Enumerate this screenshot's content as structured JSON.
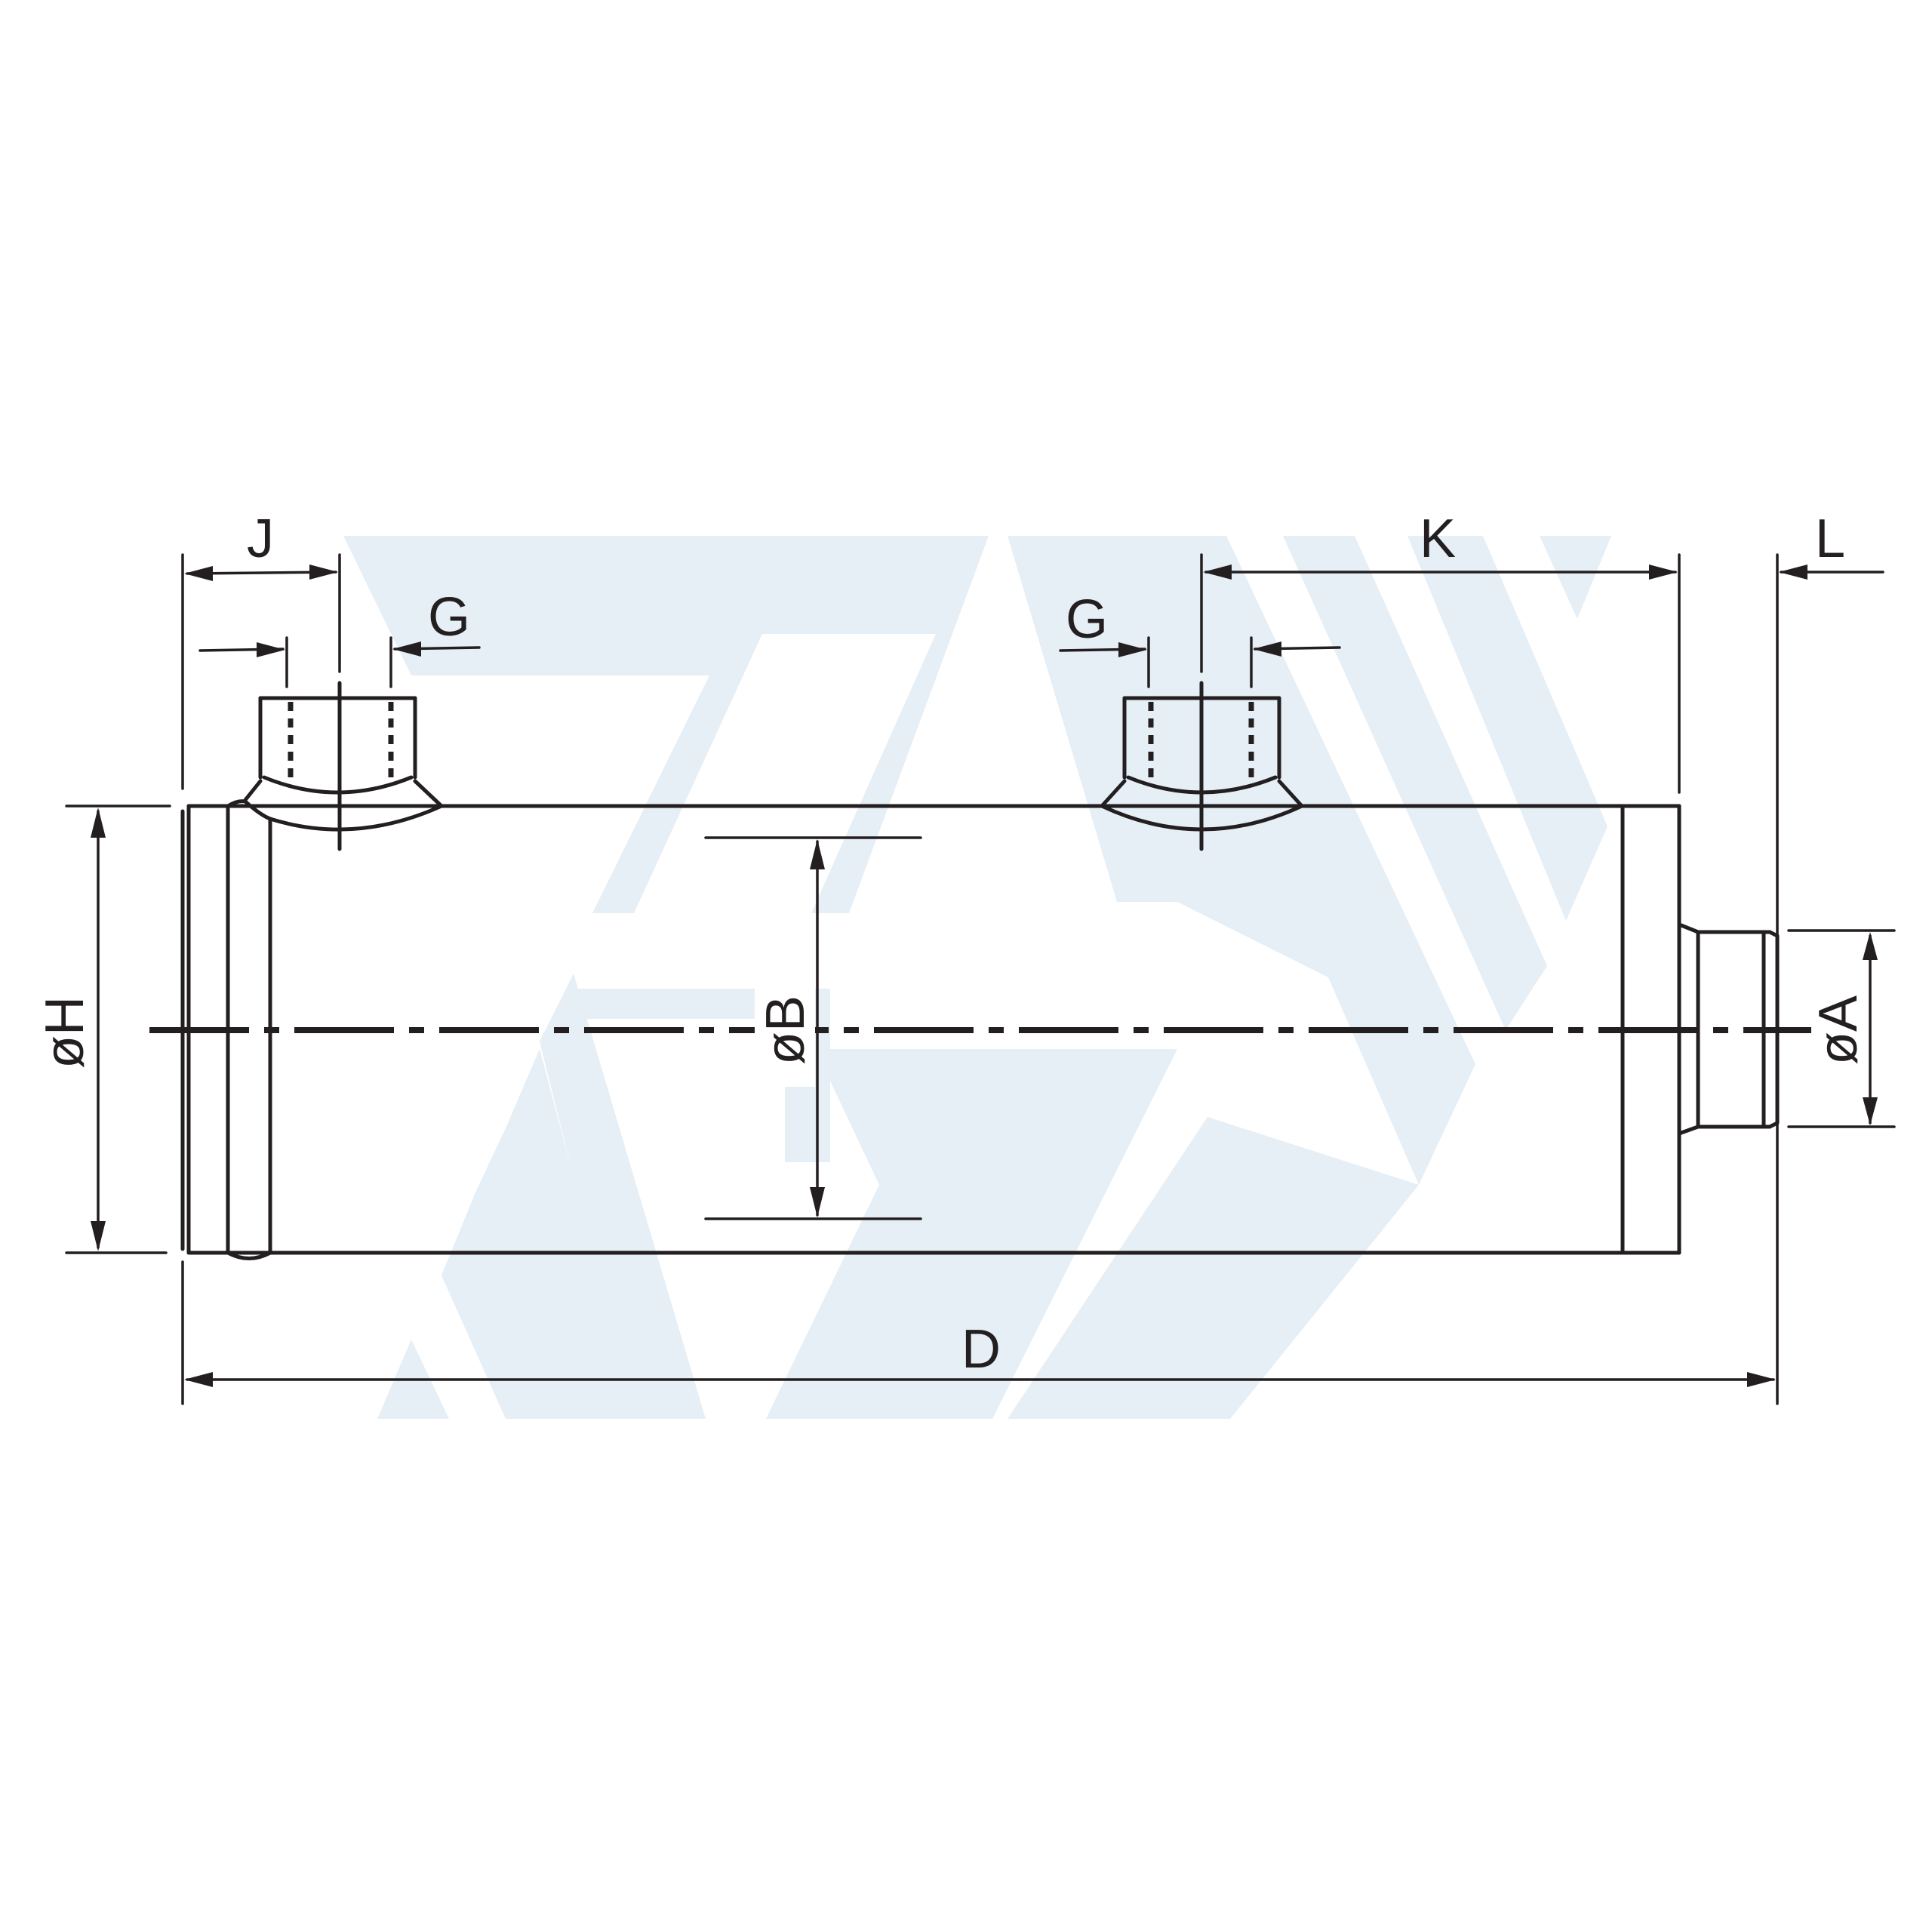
{
  "diagram": {
    "labels": {
      "J": "J",
      "G_left": "G",
      "G_right": "G",
      "K": "K",
      "L": "L",
      "H": "øH",
      "B": "øB",
      "A": "øA",
      "D": "D"
    },
    "colors": {
      "line": "#231f20",
      "watermark": "#e6eef6",
      "background": "#ffffff"
    }
  }
}
